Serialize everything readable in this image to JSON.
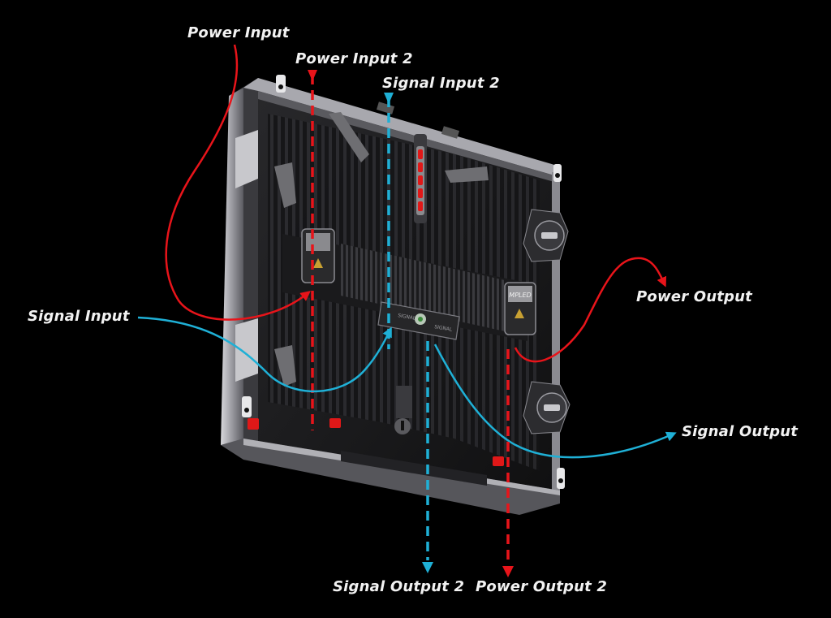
{
  "diagram": {
    "subject": "LED display cabinet (rear view) connection diagram",
    "brand_label": "MPLED",
    "signal_port_labels": [
      "SIGNAL",
      "SIGNAL"
    ],
    "colors": {
      "background": "#000000",
      "power_line": "#e8141a",
      "signal_line": "#1fb0d6",
      "label_text": "#f2f2f2",
      "panel_dark": "#1c1c1e",
      "panel_frame": "#b9b9bd",
      "accent_red": "#e01818"
    },
    "labels": {
      "power_input": "Power Input",
      "power_input_2": "Power Input 2",
      "signal_input_2": "Signal Input 2",
      "signal_input": "Signal Input",
      "power_output": "Power Output",
      "signal_output": "Signal Output",
      "signal_output_2": "Signal Output 2",
      "power_output_2": "Power Output 2"
    },
    "connections": [
      {
        "name": "Power Input",
        "type": "power",
        "style": "solid",
        "direction": "in"
      },
      {
        "name": "Power Input 2",
        "type": "power",
        "style": "dashed",
        "direction": "in"
      },
      {
        "name": "Signal Input 2",
        "type": "signal",
        "style": "dashed",
        "direction": "in"
      },
      {
        "name": "Signal Input",
        "type": "signal",
        "style": "solid",
        "direction": "in"
      },
      {
        "name": "Power Output",
        "type": "power",
        "style": "solid",
        "direction": "out"
      },
      {
        "name": "Signal Output",
        "type": "signal",
        "style": "solid",
        "direction": "out"
      },
      {
        "name": "Signal Output 2",
        "type": "signal",
        "style": "dashed",
        "direction": "out"
      },
      {
        "name": "Power Output 2",
        "type": "power",
        "style": "dashed",
        "direction": "out"
      }
    ]
  }
}
